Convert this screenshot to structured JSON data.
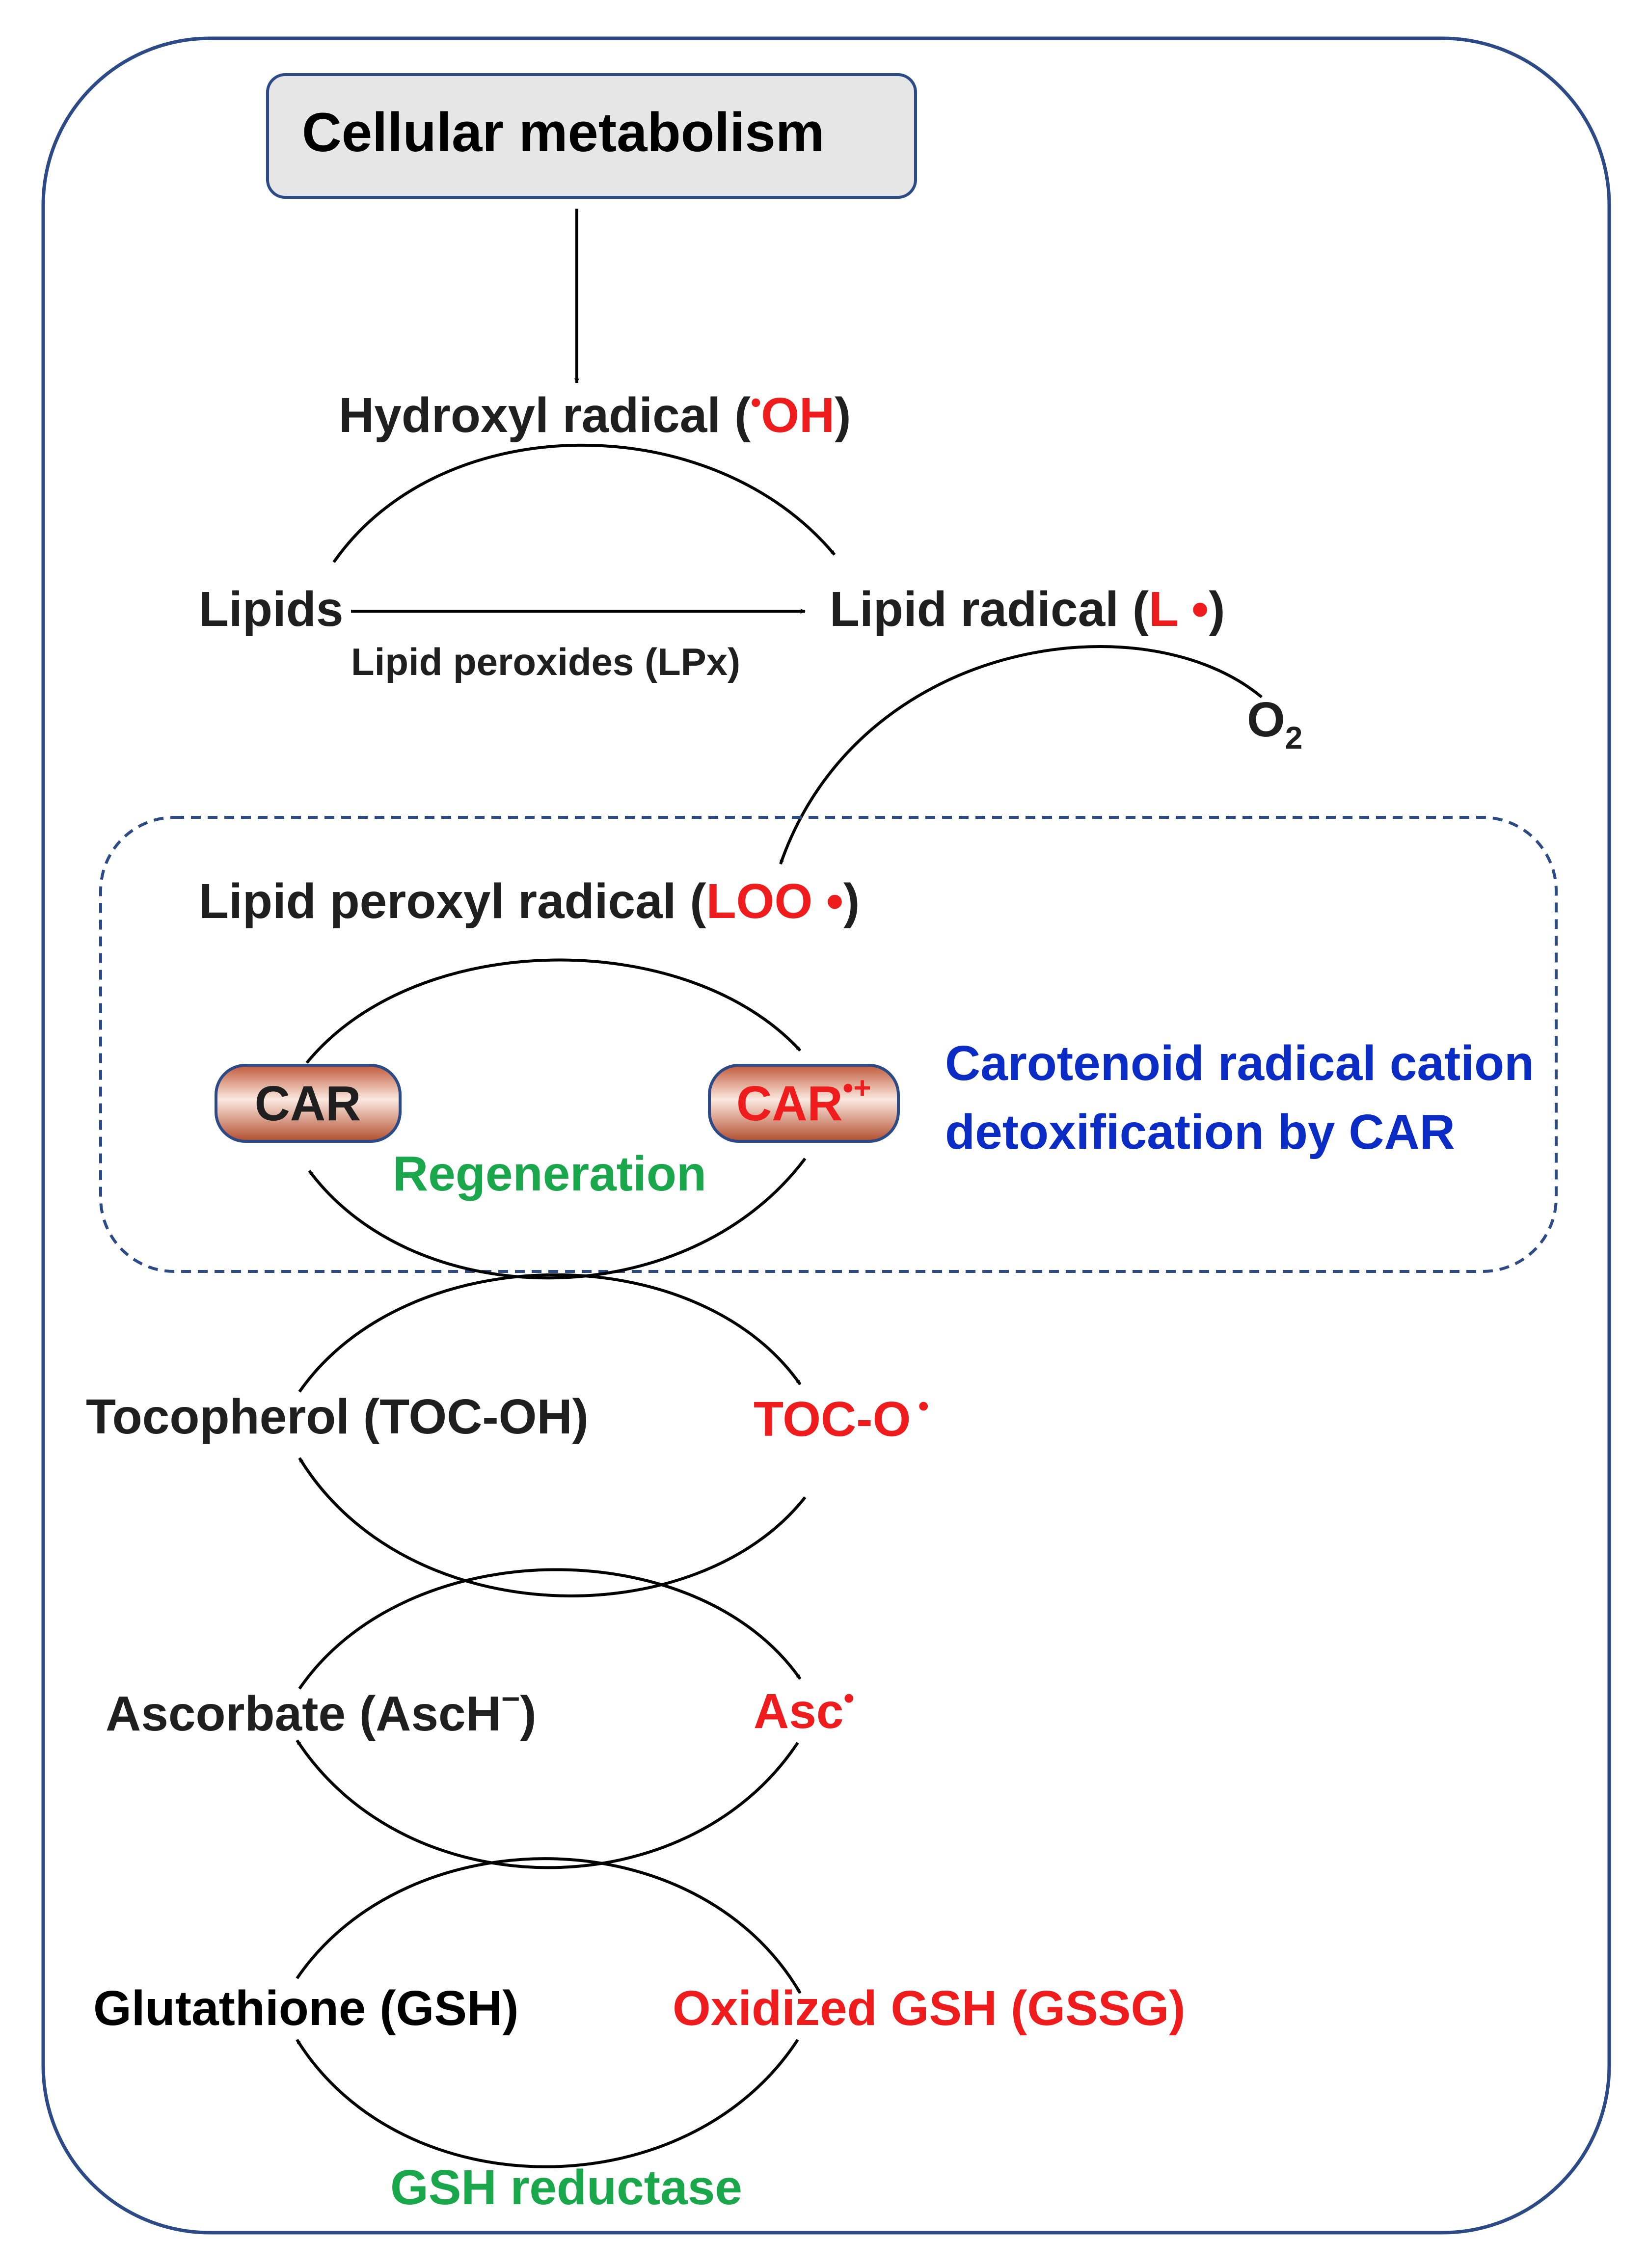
{
  "colors": {
    "text": "#1f1f1f",
    "radical": "#ee1c1c",
    "enzyme": "#1aa64a",
    "note": "#0a2bc4",
    "frame": "#2c4a86",
    "header_fill": "#e6e6e6"
  },
  "header": {
    "title": "Cellular metabolism"
  },
  "hydroxyl": {
    "label": "Hydroxyl radical (",
    "dot": "•",
    "species": "OH",
    "close": ")"
  },
  "lipids": {
    "label": "Lipids"
  },
  "lipid_radical": {
    "label": "Lipid radical (",
    "species": "L •",
    "close": ")"
  },
  "lipid_peroxides": {
    "label": "Lipid peroxides (LPx)"
  },
  "oxygen": {
    "symbol": "O",
    "subscript": "2"
  },
  "peroxyl": {
    "label": "Lipid peroxyl radical (",
    "species": "LOO •",
    "close": ")"
  },
  "car": {
    "label": "CAR"
  },
  "car_cation": {
    "label": "CAR",
    "charge": "•+"
  },
  "regeneration": {
    "label": "Regeneration"
  },
  "car_note": {
    "line1": "Carotenoid radical cation",
    "line2": "detoxification by CAR"
  },
  "tocopherol": {
    "label": "Tocopherol (TOC-OH)",
    "radical": "TOC-O",
    "dot": "•"
  },
  "ascorbate": {
    "label": "Ascorbate (AscH",
    "charge": "−",
    "close": ")",
    "radical": "Asc",
    "dot": "•"
  },
  "glutathione": {
    "label": "Glutathione (GSH)",
    "oxidized": "Oxidized GSH (GSSG)"
  },
  "gsh_reductase": {
    "label": "GSH reductase"
  }
}
